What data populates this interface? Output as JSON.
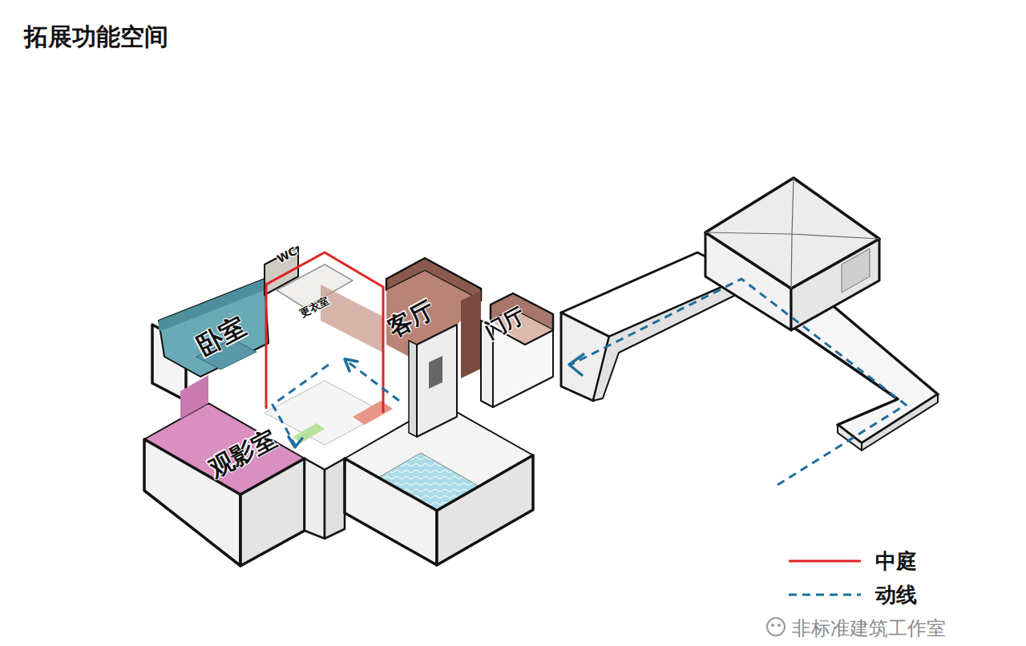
{
  "diagram": {
    "title": "拓展功能空间",
    "nodes": [
      {
        "text": [
          "卧室"
        ]
      },
      {
        "text": [
          "WC"
        ]
      },
      {
        "text": [
          "更衣室"
        ]
      },
      {
        "text": [
          "客厅"
        ]
      },
      {
        "text": [
          "门厅"
        ]
      },
      {
        "text": [
          "观影室"
        ]
      }
    ],
    "labels": [
      "非标准建筑工作室"
    ],
    "legend": [
      {
        "text": "中庭"
      },
      {
        "text": "动线"
      }
    ]
  }
}
